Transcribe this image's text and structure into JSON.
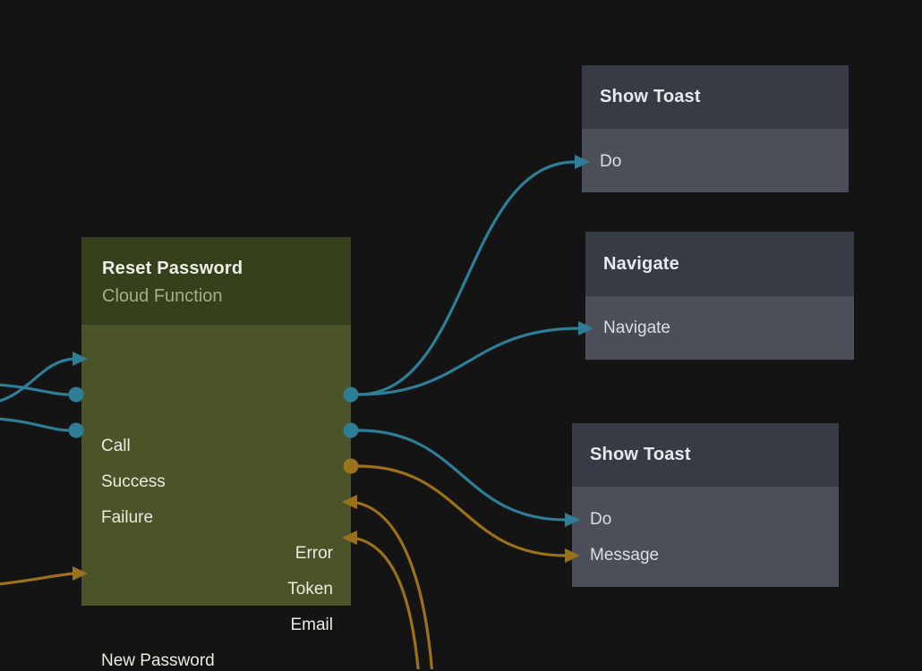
{
  "graph": {
    "colors": {
      "background": "#141414",
      "execution_edge": "#2f7e98",
      "data_edge": "#9c711c",
      "function_header": "#36401b",
      "function_body": "#4b5429",
      "action_header": "#373b45",
      "action_body": "#4b4f59"
    },
    "function_node": {
      "title": "Reset Password",
      "subtitle": "Cloud Function",
      "ports": {
        "call": "Call",
        "success": "Success",
        "failure": "Failure",
        "error": "Error",
        "token": "Token",
        "email": "Email",
        "new_password": "New Password"
      }
    },
    "action_nodes": [
      {
        "title": "Show Toast",
        "ports": [
          "Do"
        ]
      },
      {
        "title": "Navigate",
        "ports": [
          "Navigate"
        ]
      },
      {
        "title": "Show Toast",
        "ports": [
          "Do",
          "Message"
        ]
      }
    ],
    "edges": [
      {
        "from": "offscreen-left",
        "to": "Reset Password / Call",
        "kind": "execution"
      },
      {
        "from": "offscreen-left",
        "to": "Reset Password / Success",
        "kind": "execution"
      },
      {
        "from": "offscreen-left",
        "to": "Reset Password / Failure",
        "kind": "execution"
      },
      {
        "from": "Reset Password / Success",
        "to": "Show Toast (top) / Do",
        "kind": "execution"
      },
      {
        "from": "Reset Password / Success",
        "to": "Navigate / Navigate",
        "kind": "execution"
      },
      {
        "from": "Reset Password / Failure",
        "to": "Show Toast (bottom) / Do",
        "kind": "execution"
      },
      {
        "from": "Reset Password / Error",
        "to": "Show Toast (bottom) / Message",
        "kind": "data"
      },
      {
        "from": "offscreen-bottom",
        "to": "Reset Password / Token",
        "kind": "data"
      },
      {
        "from": "offscreen-bottom",
        "to": "Reset Password / Email",
        "kind": "data"
      },
      {
        "from": "offscreen-left",
        "to": "Reset Password / New Password",
        "kind": "data"
      }
    ]
  }
}
